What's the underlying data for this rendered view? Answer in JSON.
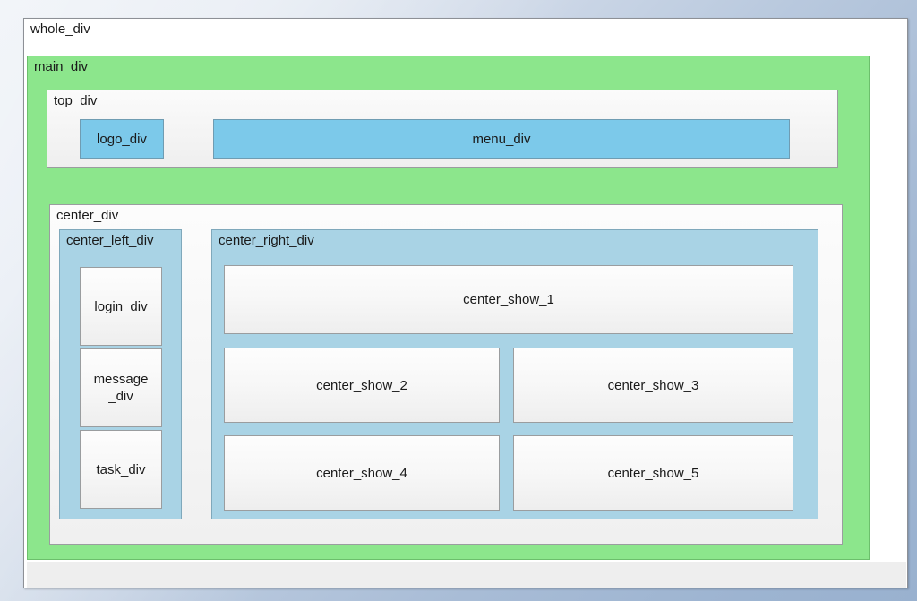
{
  "colors": {
    "desktop_backdrop_top": "#e3e9f2",
    "desktop_backdrop_bottom": "#99b1cf",
    "whole_div_bg": "#ffffff",
    "main_div_bg": "#8ce68c",
    "accent_blue": "#7cc9ea",
    "light_blue": "#a9d3e5",
    "panel_bg": "#f7f7f7",
    "border_gray": "#9a9d9f",
    "text": "#1a1a1a"
  },
  "diagram": {
    "whole_div": {
      "label": "whole_div"
    },
    "main_div": {
      "label": "main_div"
    },
    "top_div": {
      "label": "top_div",
      "logo_div": {
        "label": "logo_div"
      },
      "menu_div": {
        "label": "menu_div"
      }
    },
    "center_div": {
      "label": "center_div",
      "center_left_div": {
        "label": "center_left_div",
        "items": [
          {
            "label": "login_div"
          },
          {
            "label": "message\n_div"
          },
          {
            "label": "task_div"
          }
        ]
      },
      "center_right_div": {
        "label": "center_right_div",
        "items": [
          {
            "label": "center_show_1"
          },
          {
            "label": "center_show_2"
          },
          {
            "label": "center_show_3"
          },
          {
            "label": "center_show_4"
          },
          {
            "label": "center_show_5"
          }
        ]
      }
    }
  }
}
